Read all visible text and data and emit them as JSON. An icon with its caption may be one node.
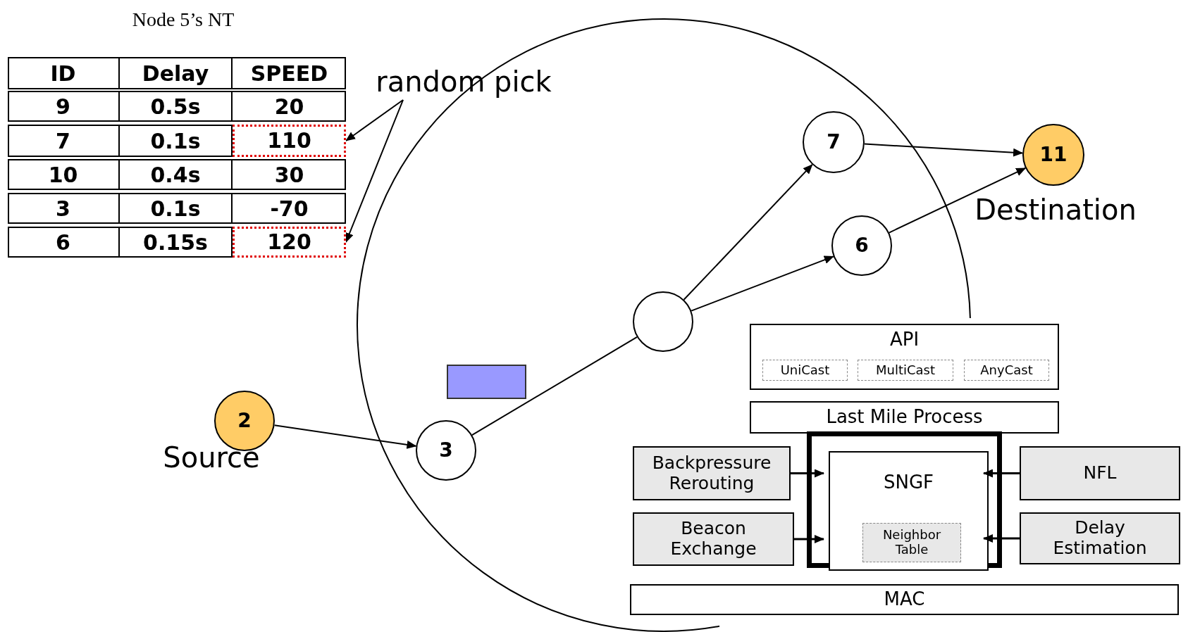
{
  "diagram": {
    "nodes": [
      {
        "text": [
          "random pick"
        ]
      },
      {
        "text": [
          "110"
        ]
      },
      {
        "text": [
          "120"
        ]
      },
      {
        "text": [
          "7"
        ]
      },
      {
        "text": [
          "11"
        ],
        "beside": [
          "Destination"
        ]
      },
      {
        "text": [
          "6"
        ]
      },
      {
        "text": [],
        "shape": "circle"
      },
      {
        "text": [
          "API"
        ]
      },
      {
        "text": [
          "UniCast"
        ],
        "in": 7
      },
      {
        "text": [
          "MultiCast"
        ],
        "in": 7
      },
      {
        "text": [
          "AnyCast"
        ],
        "in": 7
      },
      {
        "text": [],
        "shape": "box"
      },
      {
        "text": [
          "2"
        ],
        "beside": [
          "Source"
        ]
      },
      {
        "text": [
          "Last Mile Process"
        ]
      },
      {
        "text": [
          "3"
        ]
      },
      {
        "text": [
          "Backpressure Rerouting"
        ]
      },
      {
        "text": [],
        "shape": "box"
      },
      {
        "text": [
          "SNGF"
        ],
        "in": 16
      },
      {
        "text": [
          "Neighbor Table"
        ],
        "in": 17
      },
      {
        "text": [
          "NFL"
        ]
      },
      {
        "text": [
          "Beacon Exchange"
        ]
      },
      {
        "text": [
          "Delay Estimation"
        ]
      },
      {
        "text": [
          "MAC"
        ]
      }
    ],
    "edges": [
      {
        "from": 0,
        "to": 1,
        "arrow": "to"
      },
      {
        "from": 0,
        "to": 2,
        "arrow": "to"
      },
      {
        "from": 12,
        "to": 14,
        "arrow": "to"
      },
      {
        "from": 14,
        "to": 6,
        "arrow": "none"
      },
      {
        "from": 6,
        "to": 3,
        "arrow": "to"
      },
      {
        "from": 6,
        "to": 5,
        "arrow": "to"
      },
      {
        "from": 3,
        "to": 4,
        "arrow": "to"
      },
      {
        "from": 5,
        "to": 4,
        "arrow": "to"
      },
      {
        "from": 15,
        "to": 17,
        "arrow": "to"
      },
      {
        "from": 20,
        "to": 17,
        "arrow": "to"
      },
      {
        "from": 19,
        "to": 17,
        "arrow": "to"
      },
      {
        "from": 21,
        "to": 17,
        "arrow": "to"
      }
    ],
    "labels": [
      "Node 5’s NT",
      "ID",
      "Delay",
      "SPEED",
      "9",
      "0.5s",
      "20",
      "7",
      "0.1s",
      "10",
      "0.4s",
      "30",
      "3",
      "0.1s",
      "-70",
      "6",
      "0.15s"
    ]
  }
}
